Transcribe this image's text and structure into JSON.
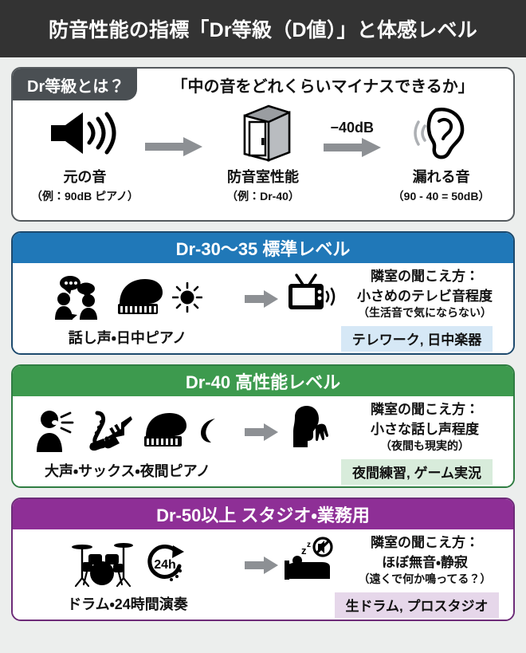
{
  "header": {
    "title": "防音性能の指標「Dr等級（D値）」と体感レベル"
  },
  "intro": {
    "badge": "Dr等級とは？",
    "quote": "「中の音をどれくらいマイナスできるか」",
    "arrow1_label": "",
    "arrow2_label": "−40dB",
    "steps": [
      {
        "icon": "speaker-icon",
        "label": "元の音",
        "sub": "（例：90dB ピアノ）"
      },
      {
        "icon": "soundproof-booth-icon",
        "label": "防音室性能",
        "sub": "（例：Dr-40）"
      },
      {
        "icon": "ear-icon",
        "label": "漏れる音",
        "sub": "（90 - 40 = 50dB）"
      }
    ]
  },
  "levels": [
    {
      "id": "dr30",
      "accent": "#2078b8",
      "border": "#1d4a6e",
      "chip_bg": "#d6e8f6",
      "head": "Dr-30〜35  標準レベル",
      "source_icons": [
        "people-talking-icon",
        "grand-piano-icon",
        "sun-icon"
      ],
      "source_label": "話し声・日中ピアノ",
      "result_icon": "television-icon",
      "result_line1": "隣室の聞こえ方：",
      "result_line2": "小さめのテレビ音程度",
      "result_line3": "（生活音で気にならない）",
      "chip": "テレワーク, 日中楽器"
    },
    {
      "id": "dr40",
      "accent": "#3d9a4e",
      "border": "#2f7d42",
      "chip_bg": "#d8ecdb",
      "head": "Dr-40  高性能レベル",
      "source_icons": [
        "shouting-person-icon",
        "saxophone-trumpet-icon",
        "grand-piano-icon",
        "moon-icon"
      ],
      "source_label": "大声・サックス・夜間ピアノ",
      "result_icon": "whispering-person-icon",
      "result_line1": "隣室の聞こえ方：",
      "result_line2": "小さな話し声程度",
      "result_line3": "（夜間も現実的）",
      "chip": "夜間練習, ゲーム実況"
    },
    {
      "id": "dr50",
      "accent": "#8e2f96",
      "border": "#6d2b78",
      "chip_bg": "#e6d7ea",
      "head": "Dr-50以上  スタジオ・業務用",
      "source_icons": [
        "drum-kit-icon",
        "24h-icon"
      ],
      "source_label": "ドラム・24時間演奏",
      "result_icon": "sleeping-person-mute-icon",
      "result_line1": "隣室の聞こえ方：",
      "result_line2": "ほぼ無音・静寂",
      "result_line3": "（遠くで何か鳴ってる？）",
      "chip": "生ドラム, プロスタジオ"
    }
  ],
  "icon_labels": {
    "h24": "24h"
  }
}
